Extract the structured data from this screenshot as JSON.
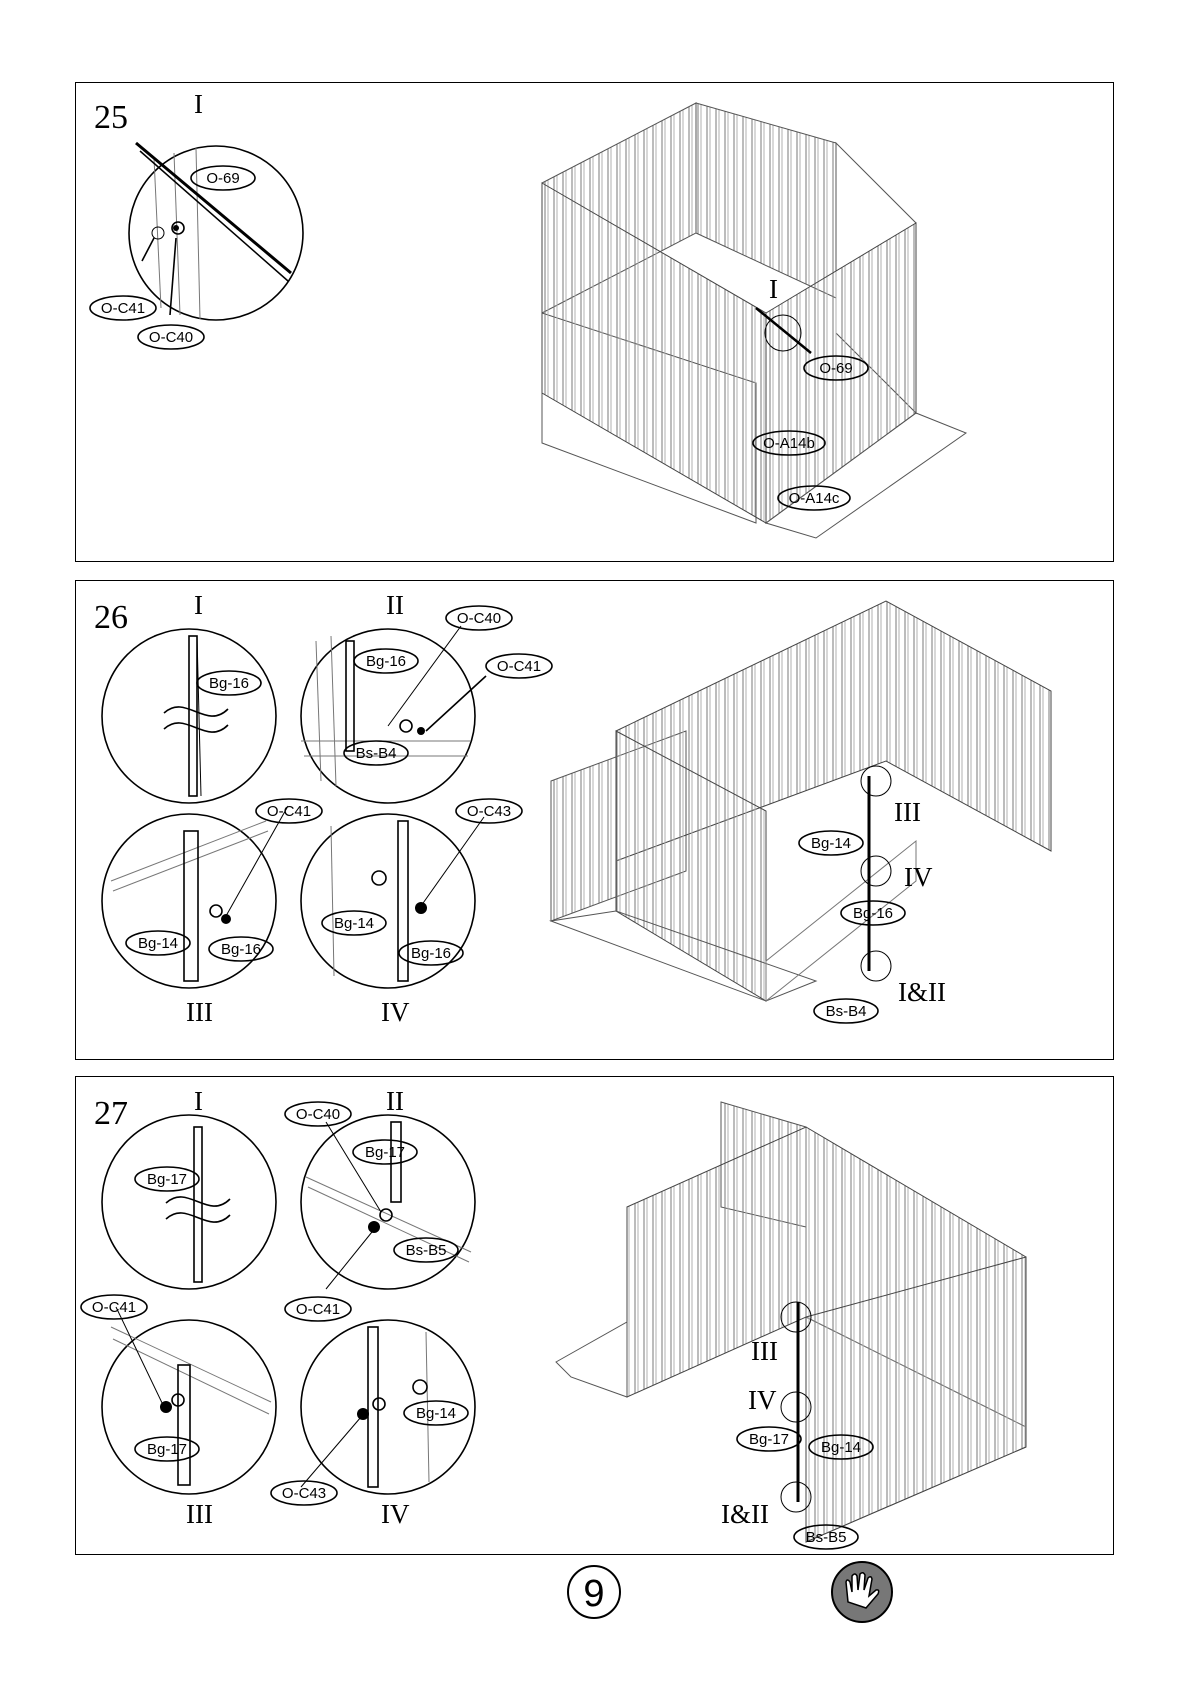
{
  "steps": [
    {
      "number": "25",
      "roman": [
        "I",
        "I"
      ],
      "labels": [
        "O-69",
        "O-C41",
        "O-C40",
        "O-69",
        "O-A14b",
        "O-A14c"
      ]
    },
    {
      "number": "26",
      "roman": [
        "I",
        "II",
        "III",
        "IV",
        "III",
        "IV",
        "I&II"
      ],
      "labels": [
        "Bg-16",
        "O-C40",
        "O-C41",
        "Bg-16",
        "Bs-B4",
        "O-C41",
        "O-C43",
        "Bg-14",
        "Bg-16",
        "Bg-14",
        "Bg-16",
        "Bg-14",
        "Bg-16",
        "Bs-B4"
      ]
    },
    {
      "number": "27",
      "roman": [
        "I",
        "II",
        "III",
        "IV",
        "III",
        "IV",
        "I&II"
      ],
      "labels": [
        "O-C40",
        "Bg-17",
        "Bg-17",
        "Bs-B5",
        "O-C41",
        "O-C41",
        "Bg-14",
        "Bg-17",
        "O-C43",
        "Bg-17",
        "Bg-14",
        "Bs-B5"
      ]
    }
  ],
  "footer": {
    "page_number": "9",
    "icon": "gloves-icon"
  }
}
